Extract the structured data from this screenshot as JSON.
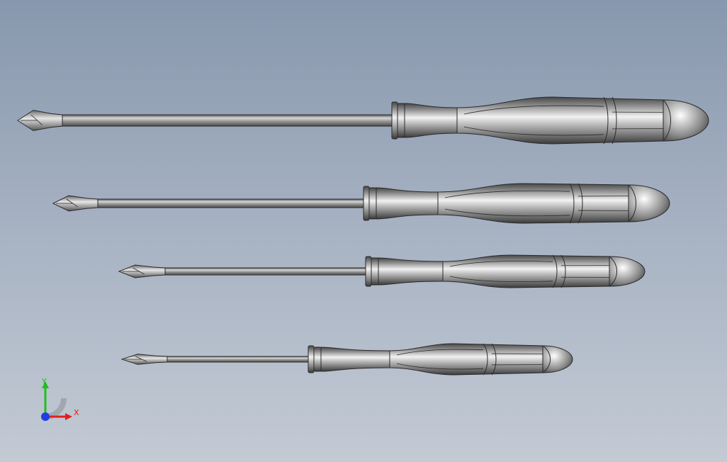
{
  "viewport": {
    "background_top": "#8797ad",
    "background_bottom": "#c3cad4"
  },
  "model": {
    "parts": [
      {
        "name": "screwdriver-large"
      },
      {
        "name": "screwdriver-medium-large"
      },
      {
        "name": "screwdriver-medium"
      },
      {
        "name": "screwdriver-small"
      }
    ],
    "material_color": "#8a8a8a",
    "edge_color": "#2a2a2a"
  },
  "triad": {
    "x_label": "X",
    "y_label": "Y",
    "x_color": "#e02020",
    "y_color": "#20c020",
    "z_color": "#2040e0"
  }
}
